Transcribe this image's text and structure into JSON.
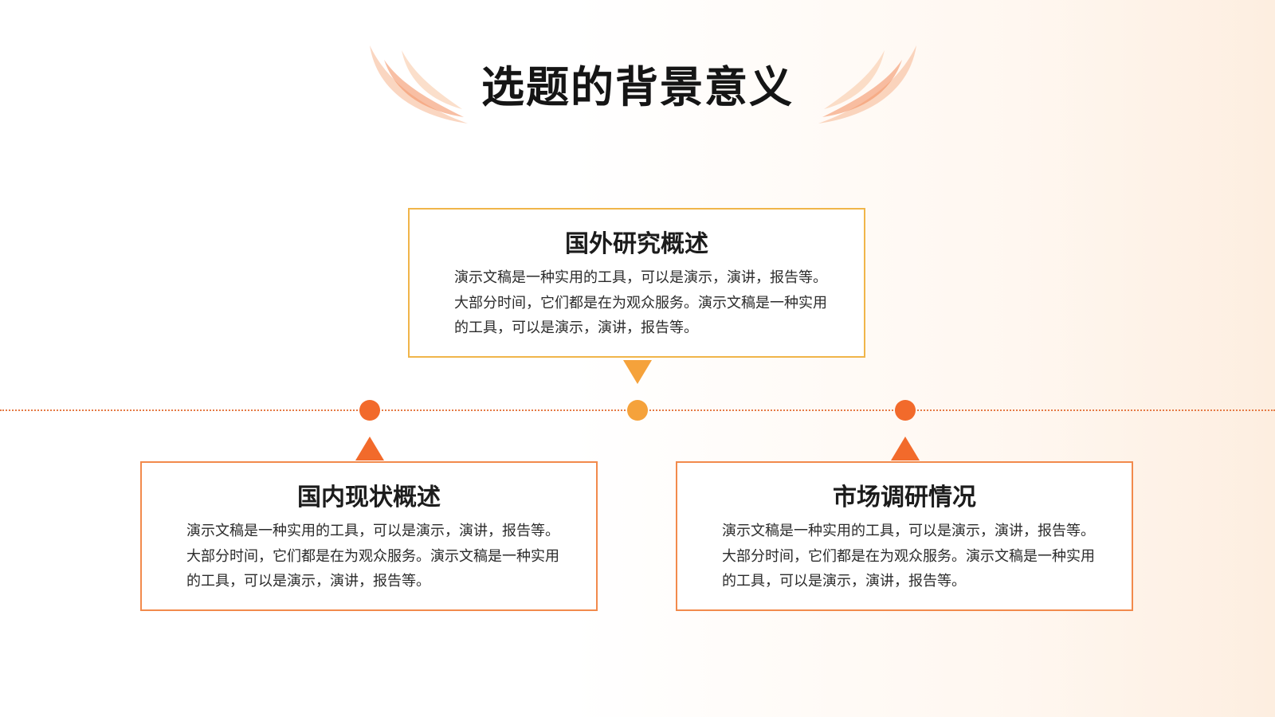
{
  "page": {
    "title": "选题的背景意义"
  },
  "colors": {
    "accent_orange": "#f26a2b",
    "accent_amber": "#f5a23b",
    "card_border_top": "#f0b54a",
    "card_border_bottom": "#f28a4c",
    "title_text": "#151515"
  },
  "decor": {
    "left_laurel": "laurel-branch-icon",
    "right_laurel": "laurel-branch-icon"
  },
  "cards": [
    {
      "title": "国外研究概述",
      "body": "演示文稿是一种实用的工具，可以是演示，演讲，报告等。大部分时间，它们都是在为观众服务。演示文稿是一种实用的工具，可以是演示，演讲，报告等。"
    },
    {
      "title": "国内现状概述",
      "body": "演示文稿是一种实用的工具，可以是演示，演讲，报告等。大部分时间，它们都是在为观众服务。演示文稿是一种实用的工具，可以是演示，演讲，报告等。"
    },
    {
      "title": "市场调研情况",
      "body": "演示文稿是一种实用的工具，可以是演示，演讲，报告等。大部分时间，它们都是在为观众服务。演示文稿是一种实用的工具，可以是演示，演讲，报告等。"
    }
  ]
}
